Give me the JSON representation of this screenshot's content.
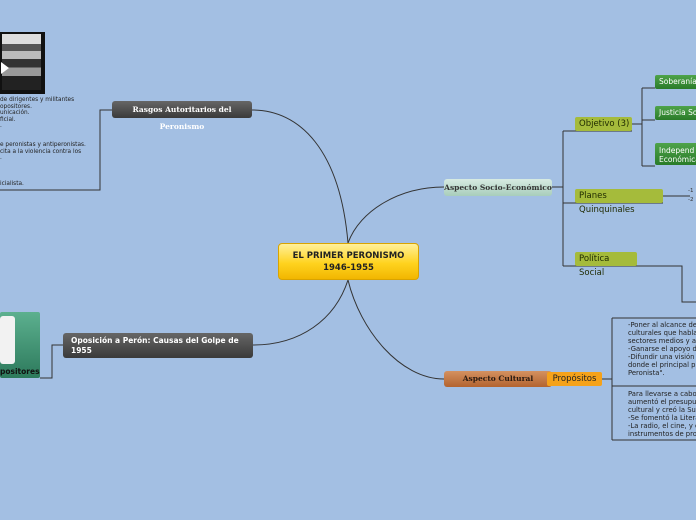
{
  "central": {
    "title": "EL PRIMER PERONISMO\n1946-1955"
  },
  "left": {
    "rasgos": {
      "label": "Rasgos Autoritarios del Peronismo"
    },
    "rasgos_text_1": "de dirigentes y militantes\nopositores.\nunicación.\nficial.\n.",
    "rasgos_text_2": "e peronistas y antiperonistas.\ncita a la violencia contra los\n.",
    "rasgos_text_3": "icialista.",
    "oposicion": {
      "label": "Oposición a Perón: Causas del Golpe de\n1955"
    },
    "opositores_label": "positores"
  },
  "right": {
    "socio": {
      "label": "Aspecto Socio-Económico"
    },
    "objetivo": {
      "label": "Objetivo (3)"
    },
    "soberania": {
      "label": "Soberanía"
    },
    "justicia": {
      "label": "Justicia So"
    },
    "independencia": {
      "label": "Independ\nEconómica"
    },
    "planes": {
      "label": "Planes Quinquinales"
    },
    "planes_marks": "-1\n-2",
    "politica": {
      "label": "Política Social"
    },
    "cultural": {
      "label": "Aspecto Cultural"
    },
    "propositos": {
      "label": "Propósitos"
    },
    "propositos_text_1": "-Poner al alcance de\nculturales que hablan\nsectores medios y al\n-Ganarse el apoyo de\n-Difundir una visión p\ndonde el principal pr\nPeronista\".",
    "propositos_text_2": "Para llevarse a cabo\naumentó el presupue\ncultural y creó la Sub\n-Se fomentó la Litera\n-La radio, el cine, y e\ninstrumentos de prop"
  },
  "colors": {
    "background": "#a3bfe3",
    "central": "#ffd31f",
    "dark_topic": "#3a3a3a",
    "socio": "#a8cdbb",
    "cultural": "#b3632f",
    "olive": "#a5bb3b",
    "orange": "#f5a21a",
    "green": "#2a7b29"
  }
}
